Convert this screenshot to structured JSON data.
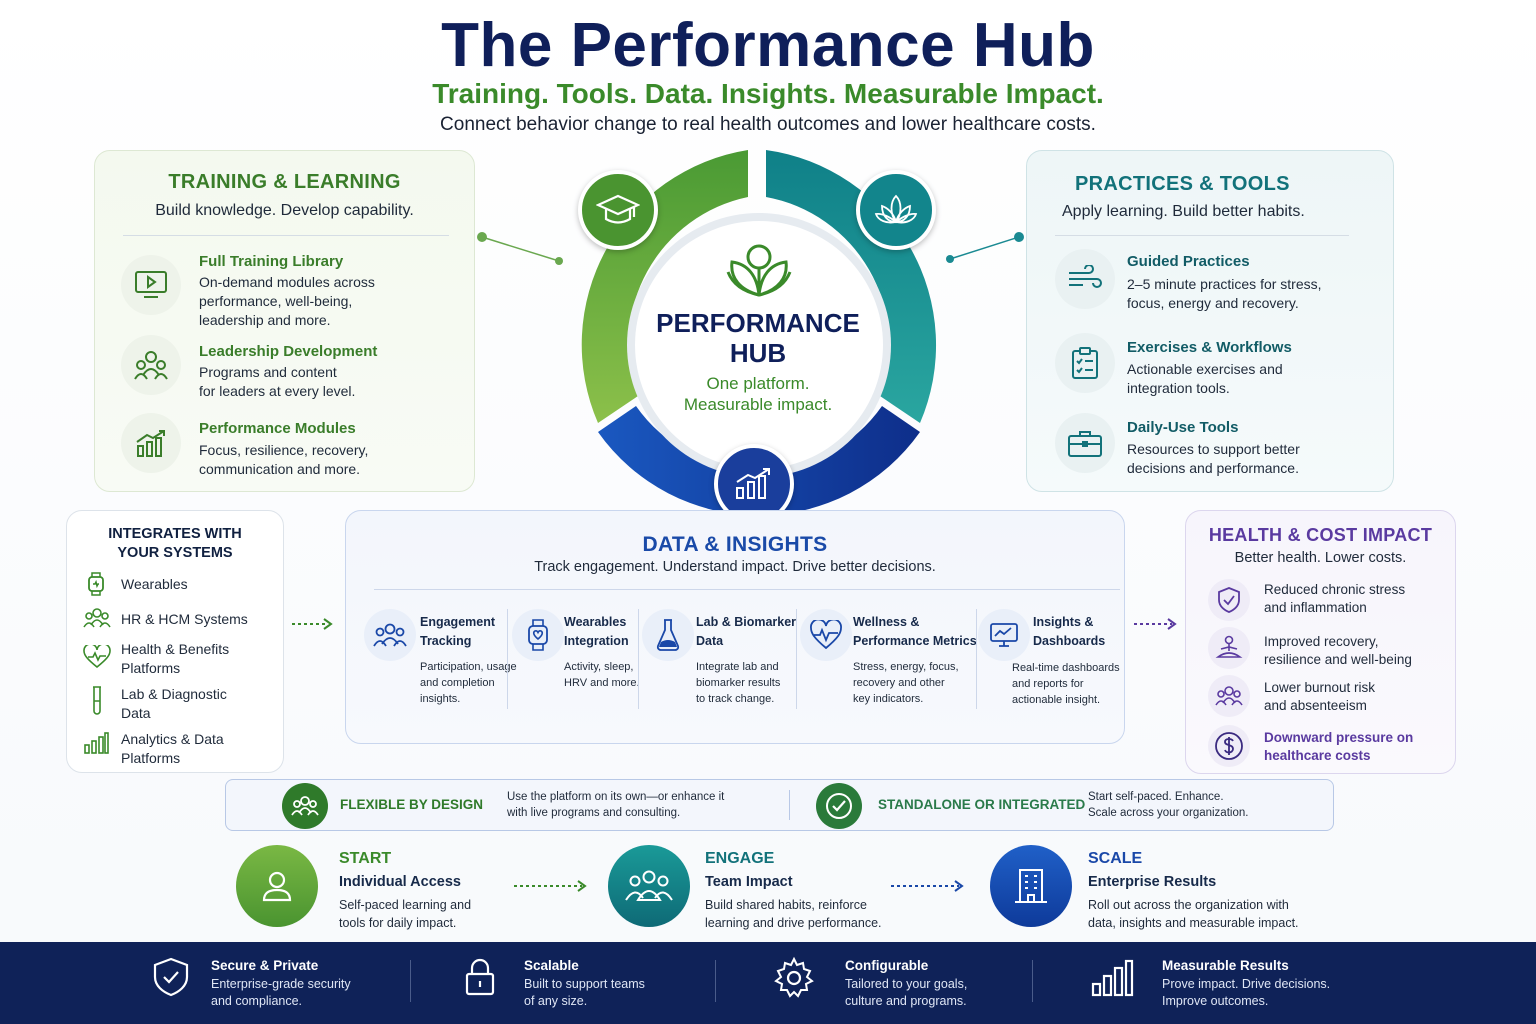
{
  "header": {
    "title": "The Performance Hub",
    "subtitle": "Training. Tools. Data. Insights. Measurable Impact.",
    "tagline": "Connect behavior change to real health outcomes and lower healthcare costs."
  },
  "hub": {
    "line1": "PERFORMANCE",
    "line2": "HUB",
    "line3": "One platform.",
    "line4": "Measurable impact."
  },
  "training": {
    "heading": "TRAINING & LEARNING",
    "sub": "Build knowledge. Develop capability.",
    "items": [
      {
        "title": "Full Training Library",
        "text1": "On-demand modules across",
        "text2": "performance, well-being,",
        "text3": "leadership and more."
      },
      {
        "title": "Leadership Development",
        "text1": "Programs and content",
        "text2": "for leaders at every level.",
        "text3": ""
      },
      {
        "title": "Performance Modules",
        "text1": "Focus, resilience, recovery,",
        "text2": "communication and more.",
        "text3": ""
      }
    ]
  },
  "practices": {
    "heading": "PRACTICES & TOOLS",
    "sub": "Apply learning. Build better habits.",
    "items": [
      {
        "title": "Guided Practices",
        "text1": "2–5 minute practices for stress,",
        "text2": "focus, energy and recovery."
      },
      {
        "title": "Exercises & Workflows",
        "text1": "Actionable exercises and",
        "text2": "integration tools."
      },
      {
        "title": "Daily-Use Tools",
        "text1": "Resources to support better",
        "text2": "decisions and performance."
      }
    ]
  },
  "integrates": {
    "heading1": "INTEGRATES WITH",
    "heading2": "YOUR SYSTEMS",
    "items": [
      {
        "l1": "Wearables",
        "l2": ""
      },
      {
        "l1": "HR & HCM Systems",
        "l2": ""
      },
      {
        "l1": "Health & Benefits",
        "l2": "Platforms"
      },
      {
        "l1": "Lab & Diagnostic",
        "l2": "Data"
      },
      {
        "l1": "Analytics & Data",
        "l2": "Platforms"
      }
    ]
  },
  "data": {
    "heading": "DATA & INSIGHTS",
    "sub": "Track engagement. Understand impact. Drive better decisions.",
    "items": [
      {
        "t1": "Engagement",
        "t2": "Tracking",
        "d1": "Participation, usage",
        "d2": "and completion",
        "d3": "insights."
      },
      {
        "t1": "Wearables",
        "t2": "Integration",
        "d1": "Activity, sleep,",
        "d2": "HRV and more.",
        "d3": ""
      },
      {
        "t1": "Lab & Biomarker",
        "t2": "Data",
        "d1": "Integrate lab and",
        "d2": "biomarker results",
        "d3": "to track change."
      },
      {
        "t1": "Wellness &",
        "t2": "Performance Metrics",
        "d1": "Stress, energy, focus,",
        "d2": "recovery and other",
        "d3": "key indicators."
      },
      {
        "t1": "Insights &",
        "t2": "Dashboards",
        "d1": "Real-time dashboards",
        "d2": "and reports for",
        "d3": "actionable insight."
      }
    ]
  },
  "health": {
    "heading": "HEALTH & COST IMPACT",
    "sub": "Better health. Lower costs.",
    "items": [
      {
        "l1": "Reduced chronic stress",
        "l2": "and inflammation"
      },
      {
        "l1": "Improved recovery,",
        "l2": "resilience and well-being"
      },
      {
        "l1": "Lower burnout risk",
        "l2": "and absenteeism"
      },
      {
        "l1": "Downward pressure on",
        "l2": "healthcare costs"
      }
    ]
  },
  "banner": {
    "b1_title": "FLEXIBLE BY DESIGN",
    "b1_text1": "Use the platform on its own—or enhance it",
    "b1_text2": "with live programs and consulting.",
    "b2_title": "STANDALONE OR INTEGRATED",
    "b2_text1": "Start self-paced. Enhance.",
    "b2_text2": "Scale across your organization."
  },
  "steps": [
    {
      "label": "START",
      "title": "Individual Access",
      "t1": "Self-paced learning and",
      "t2": "tools for daily impact."
    },
    {
      "label": "ENGAGE",
      "title": "Team Impact",
      "t1": "Build shared habits, reinforce",
      "t2": "learning and drive performance."
    },
    {
      "label": "SCALE",
      "title": "Enterprise Results",
      "t1": "Roll out across the organization with",
      "t2": "data, insights and measurable impact."
    }
  ],
  "footer": [
    {
      "title": "Secure & Private",
      "t1": "Enterprise-grade security",
      "t2": "and compliance."
    },
    {
      "title": "Scalable",
      "t1": "Built to support teams",
      "t2": "of any size."
    },
    {
      "title": "Configurable",
      "t1": "Tailored to your goals,",
      "t2": "culture and programs."
    },
    {
      "title": "Measurable Results",
      "t1": "Prove impact. Drive decisions.",
      "t2": "Improve outcomes."
    }
  ],
  "colors": {
    "green": "#3a8a2a",
    "teal": "#12868c",
    "blue": "#1a48a8",
    "navy": "#0f2258",
    "purple": "#5a3aa0"
  }
}
